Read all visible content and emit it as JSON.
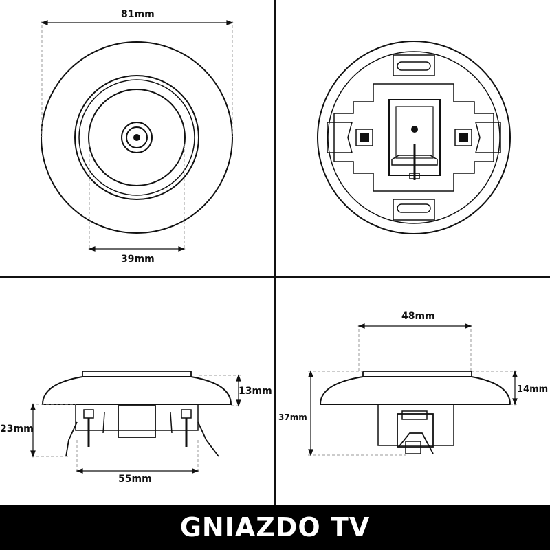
{
  "dimensions": {
    "outer_diameter": "81mm",
    "inner_diameter": "39mm",
    "side_height_cover": "13mm",
    "side_height_mount": "23mm",
    "side_width_base": "55mm",
    "right_width_top": "48mm",
    "right_height_cover": "14mm",
    "right_height_total": "37mm"
  },
  "banner": {
    "title": "GNIAZDO TV",
    "bg_color": "#000000",
    "text_color": "#ffffff"
  },
  "colors": {
    "line": "#111111",
    "dim_line": "#999999",
    "background": "#ffffff"
  }
}
